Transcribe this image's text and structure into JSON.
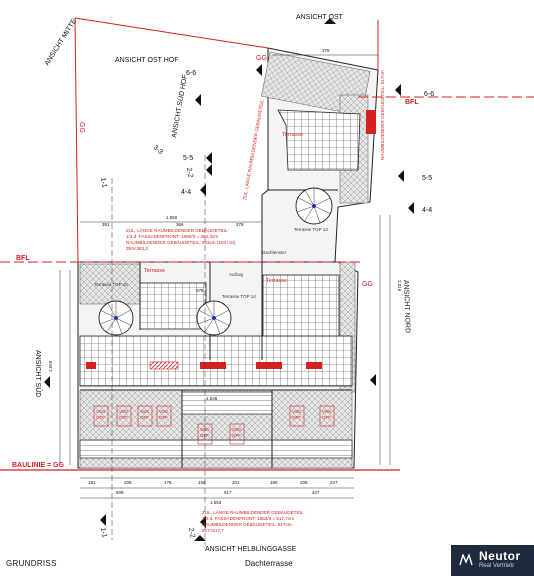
{
  "elevations": {
    "mitte": "ANSICHT MITTE",
    "ost": "ANSICHT OST",
    "ost_hof": "ANSICHT OST HOF",
    "sued_hof": "ANSICHT SÜD HOF",
    "nord": "ANSICHT NORD",
    "sued": "ANSICHT SÜD",
    "helblinggasse": "ANSICHT HELBLINGGASSE"
  },
  "sections": {
    "s1": "1-1",
    "s2": "2-2",
    "s3": "3-3",
    "s4": "4-4",
    "s5": "5-5",
    "s6": "6-6"
  },
  "lines": {
    "bfl": "BFL",
    "gg": "GG",
    "baulinie": "BAULINIE = GG"
  },
  "terraces": {
    "top13": "Terrasse TOP 13",
    "top14": "Terrasse TOP 14",
    "top15": "Terrasse TOP 15",
    "generic": "Terrasse"
  },
  "annotations": {
    "zul_top_l1": "ZUL. LÄNGE RAUMBILDENDER GEBÄUDETEIL:",
    "zul_top_l2": "1/3 d. FASSADENFRONT: 1060/3 = 353,3cm",
    "zul_top_l3": "RAUMBILDENDER GEBÄUDETEIL: 353cm (183+10)",
    "zul_top_l4": "353<353,3",
    "zul_bot_l1": "ZUL. LÄNGE RAUMBILDENDER GEBÄUDETEIL:",
    "zul_bot_l2": "1/3 d. FASSADENFRONT: 1553/3 = 517,7cm",
    "zul_bot_l3": "RAUMBILDENDER GEBÄUDETEIL: 517cm",
    "zul_bot_l4": "517<517,7",
    "aufzug": "Aufzug",
    "dachfenster": "Dachfenster",
    "vsg": "VSG",
    "off": "OFF"
  },
  "dimensions": {
    "top_width": "376",
    "d1060": "1.060",
    "d1553": "1.553",
    "d2316": "2.316",
    "d1559": "1.559",
    "d181": "181",
    "d205": "205",
    "d176": "176",
    "d158": "158",
    "d201": "201",
    "d180": "180",
    "d227": "227",
    "d609": "609",
    "d517": "517",
    "d427": "427",
    "d351": "351",
    "d366": "366",
    "d378": "378",
    "d376b": "376",
    "d1546": "1.546"
  },
  "footer": {
    "left": "GRUNDRISS",
    "center": "Dachterrasse"
  },
  "logo": {
    "name": "Neutor",
    "sub": "Real Vertrieb"
  },
  "colors": {
    "red": "#d42020",
    "grey_hatch": "#b9b9b9",
    "logo_bg": "#1f2a3d"
  }
}
